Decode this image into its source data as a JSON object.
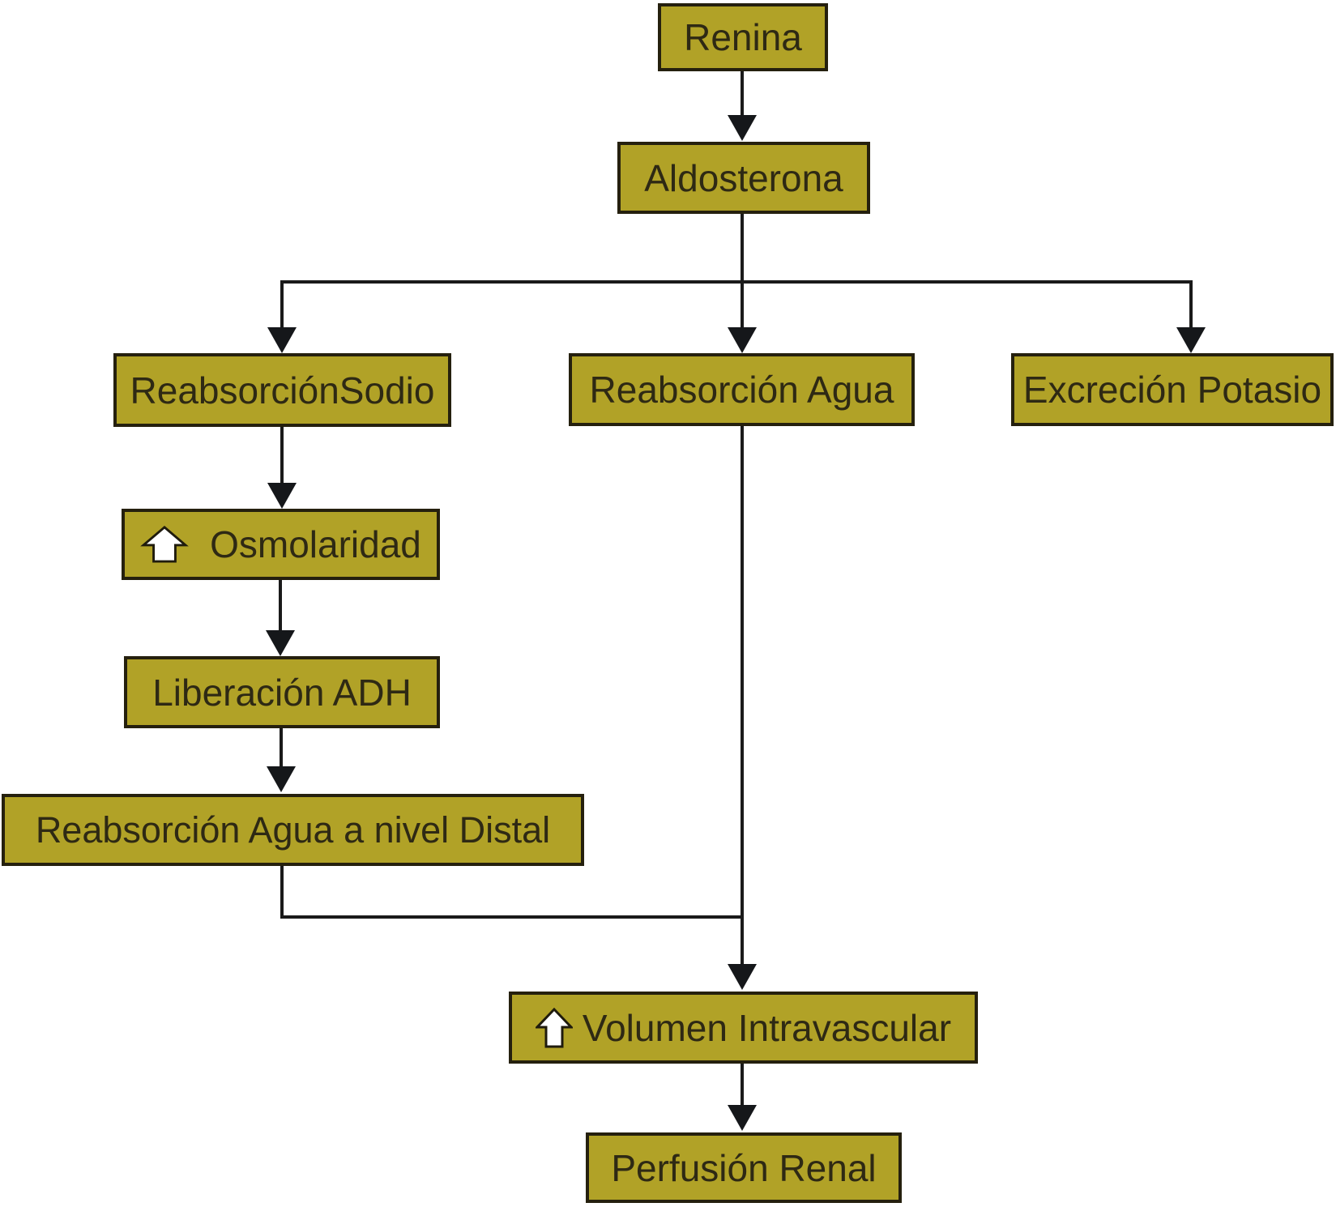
{
  "diagram": {
    "type": "flowchart",
    "language": "es",
    "topic": "Renin–Aldosterone cascade (renal physiology)",
    "colors": {
      "node_fill": "#b1a227",
      "node_border": "#25200e",
      "connector": "#1a1a1a",
      "text": "#2e2914",
      "background": "#ffffff",
      "increase_arrow_fill": "#ffffff"
    },
    "nodes": {
      "renina": {
        "label": "Renina"
      },
      "aldosterona": {
        "label": "Aldosterona"
      },
      "reabsorcion_sodio": {
        "label": "ReabsorciónSodio"
      },
      "reabsorcion_agua": {
        "label": "Reabsorción Agua"
      },
      "excrecion_potasio": {
        "label": "Excreción Potasio"
      },
      "osmolaridad": {
        "label": "Osmolaridad",
        "icon": "increase-arrow"
      },
      "liberacion_adh": {
        "label": "Liberación ADH"
      },
      "reabsorcion_agua_distal": {
        "label": "Reabsorción Agua a nivel Distal"
      },
      "volumen_intravascular": {
        "label": "Volumen Intravascular",
        "icon": "increase-arrow"
      },
      "perfusion_renal": {
        "label": "Perfusión Renal"
      }
    },
    "edges": [
      {
        "from": "Renina",
        "to": "Aldosterona"
      },
      {
        "from": "Aldosterona",
        "to": "ReabsorciónSodio"
      },
      {
        "from": "Aldosterona",
        "to": "Reabsorción Agua"
      },
      {
        "from": "Aldosterona",
        "to": "Excreción Potasio"
      },
      {
        "from": "ReabsorciónSodio",
        "to": "Osmolaridad"
      },
      {
        "from": "Osmolaridad",
        "to": "Liberación ADH"
      },
      {
        "from": "Liberación ADH",
        "to": "Reabsorción Agua a nivel Distal"
      },
      {
        "from": "Reabsorción Agua a nivel Distal",
        "to": "Volumen Intravascular"
      },
      {
        "from": "Reabsorción Agua",
        "to": "Volumen Intravascular"
      },
      {
        "from": "Volumen Intravascular",
        "to": "Perfusión Renal"
      }
    ]
  }
}
